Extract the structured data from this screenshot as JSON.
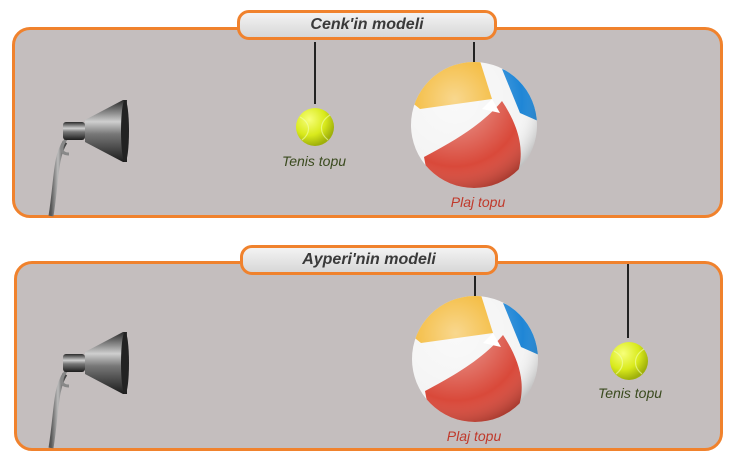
{
  "panels": [
    {
      "title": "Cenk'in modeli",
      "tennis_label": "Tenis topu",
      "beach_label": "Plaj topu"
    },
    {
      "title": "Ayperi'nin modeli",
      "tennis_label": "Tenis topu",
      "beach_label": "Plaj topu"
    }
  ],
  "objects": {
    "lamp": "lamp-icon",
    "tennis_ball": "tennis-ball-icon",
    "beach_ball": "beach-ball-icon"
  },
  "colors": {
    "panel_border": "#f0822d",
    "panel_bg": "#c4bebe",
    "tennis_label": "#3a4a1e",
    "beach_label": "#c0392b"
  }
}
